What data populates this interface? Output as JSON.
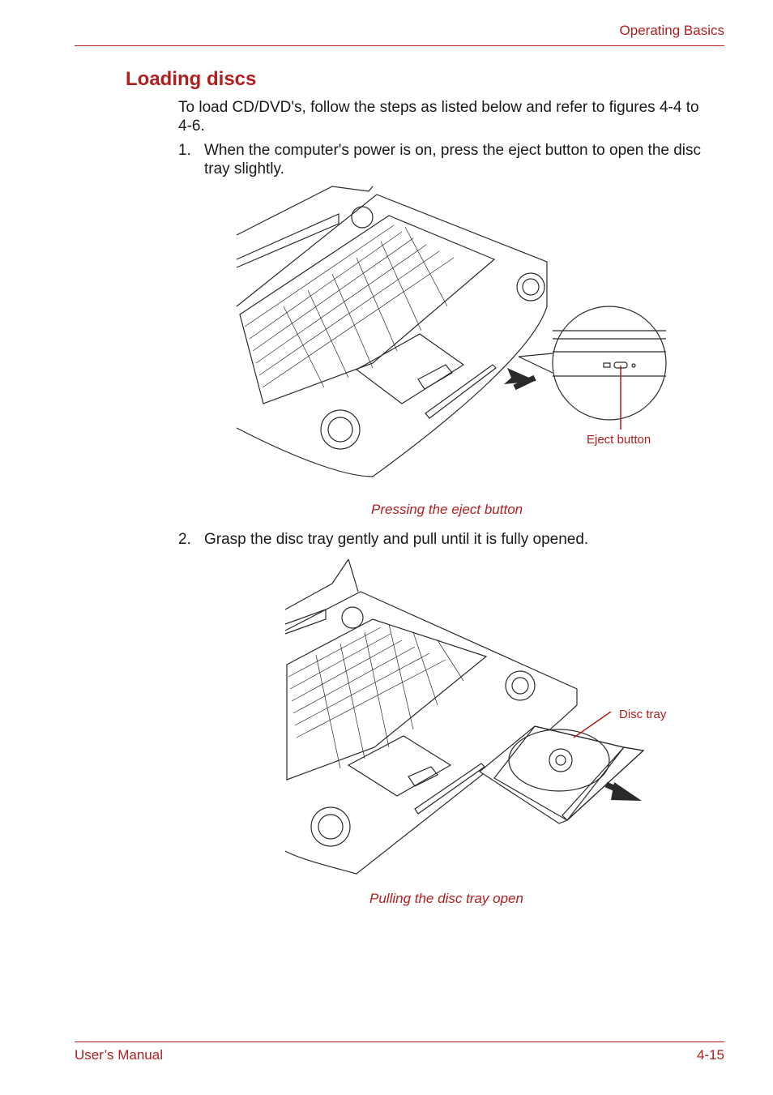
{
  "header": {
    "section": "Operating Basics"
  },
  "heading": "Loading discs",
  "intro": "To load CD/DVD's, follow the steps as listed below and refer to figures 4-4 to 4-6.",
  "steps": [
    {
      "number": "1.",
      "text": "When the computer's power is on, press the eject button to open the disc tray slightly."
    },
    {
      "number": "2.",
      "text": "Grasp the disc tray gently and pull until it is fully opened."
    }
  ],
  "figures": [
    {
      "caption": "Pressing the eject button",
      "callout": "Eject button"
    },
    {
      "caption": "Pulling the disc tray open",
      "callout": "Disc tray"
    }
  ],
  "footer": {
    "left": "User’s Manual",
    "right": "4-15"
  },
  "colors": {
    "accent": "#b01e1e",
    "text": "#1a1a1a",
    "line_art": "#2a2a2a"
  }
}
